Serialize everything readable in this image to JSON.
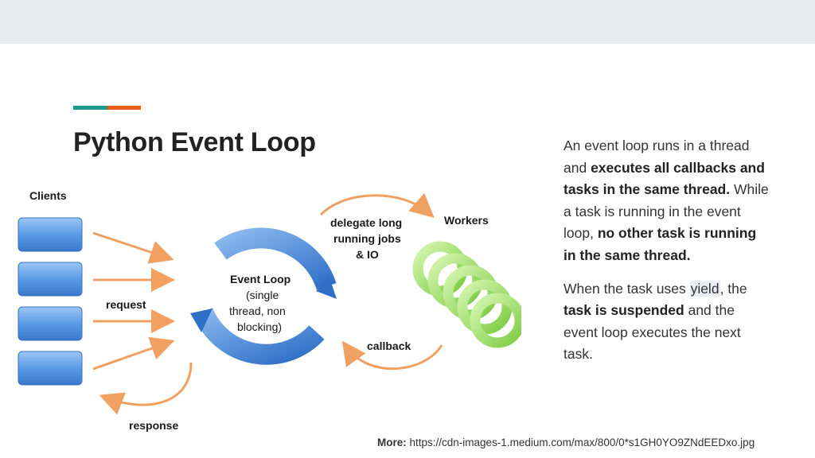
{
  "slide": {
    "title": "Python Event Loop"
  },
  "diagram": {
    "clients_label": "Clients",
    "request_label": "request",
    "response_label": "response",
    "event_loop_title": "Event Loop",
    "event_loop_line1": "(single",
    "event_loop_line2": "thread, non",
    "event_loop_line3": "blocking)",
    "delegate_line1": "delegate long",
    "delegate_line2": "running jobs",
    "delegate_line3": "& IO",
    "workers_label": "Workers",
    "callback_label": "callback"
  },
  "description": {
    "p1_a": "An event loop runs in a thread and ",
    "p1_b": "executes all callbacks and tasks in the same thread.",
    "p1_c": " While a task is running in the event loop, ",
    "p1_d": "no other task is running in the same thread.",
    "p2_a": "When the task uses ",
    "p2_code": "yield",
    "p2_b": ", the ",
    "p2_c": "task is suspended",
    "p2_d": " and the event loop executes the next task."
  },
  "footer": {
    "label": "More:",
    "url": "https://cdn-images-1.medium.com/max/800/0*s1GH0YO9ZNdEEDxo.jpg"
  },
  "colors": {
    "accent_teal": "#1a9a8c",
    "accent_orange": "#e85d1a",
    "client_blue": "#4a8fe0",
    "loop_blue": "#3d7fd6",
    "arrow_orange": "#f0a060",
    "worker_green": "#8fd860"
  }
}
